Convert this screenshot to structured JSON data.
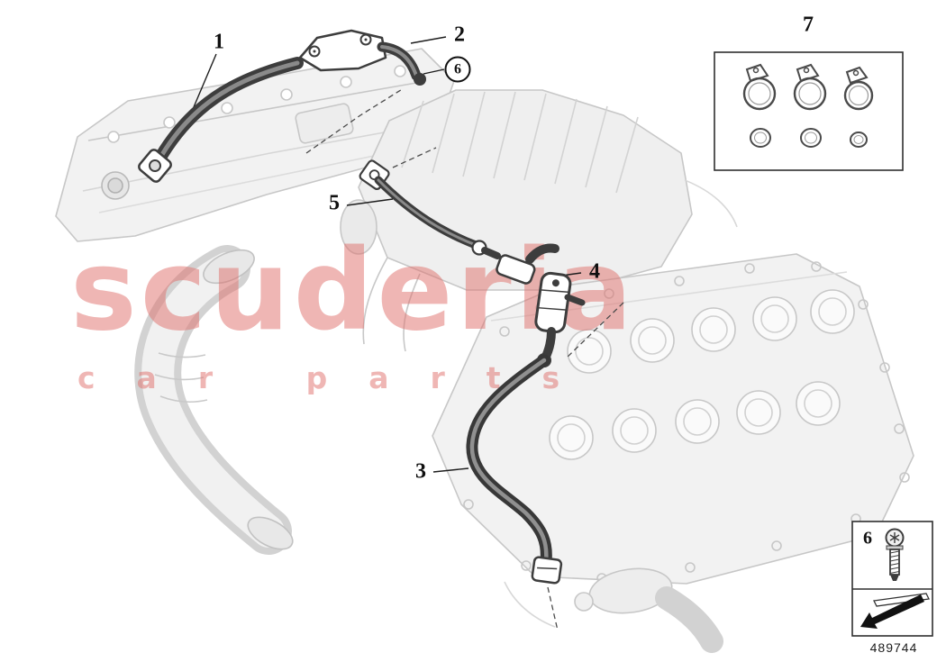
{
  "callouts": {
    "c1": "1",
    "c2": "2",
    "c3": "3",
    "c4": "4",
    "c5": "5",
    "c6": "6",
    "c7": "7"
  },
  "clamps_box": {
    "callout": "7",
    "contents": [
      "hose-clamp-icon",
      "hose-clamp-icon",
      "hose-clamp-icon",
      "o-ring-icon",
      "o-ring-icon",
      "o-ring-icon"
    ]
  },
  "hardware_box": {
    "callout": "6",
    "contents": [
      "torx-screw-icon",
      "direction-arrow-icon"
    ]
  },
  "watermark": {
    "line1": "scuderia",
    "line2": "car parts",
    "color": "#e0706c"
  },
  "footer": {
    "diagram_number": "489744"
  }
}
